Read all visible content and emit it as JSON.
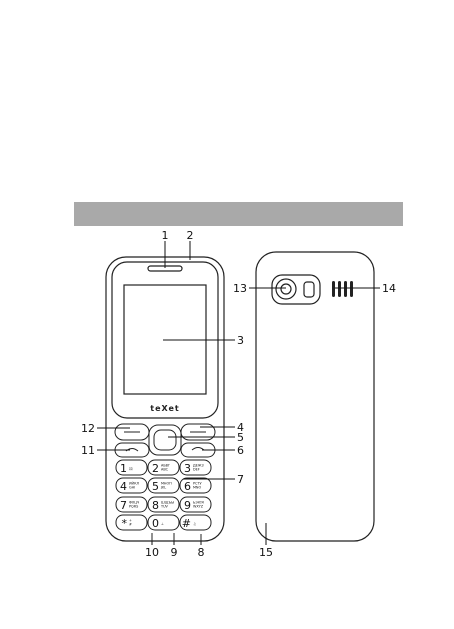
{
  "brand": "teXet",
  "callouts": [
    "1",
    "2",
    "3",
    "4",
    "5",
    "6",
    "7",
    "8",
    "9",
    "10",
    "11",
    "12",
    "13",
    "14",
    "15"
  ],
  "keys": [
    {
      "digit": "1",
      "sub": "ﾛﾛ"
    },
    {
      "digit": "2",
      "sub": "АБВГ ABC"
    },
    {
      "digit": "3",
      "sub": "ДЕЖЗ DEF"
    },
    {
      "digit": "4",
      "sub": "ИЙКЛ GHI"
    },
    {
      "digit": "5",
      "sub": "МНОП JKL"
    },
    {
      "digit": "6",
      "sub": "РСТУ MNO"
    },
    {
      "digit": "7",
      "sub": "ФХЦЧ PQRS"
    },
    {
      "digit": "8",
      "sub": "ШЩЪЫ TUV"
    },
    {
      "digit": "9",
      "sub": "ЬЭЮЯ WXYZ"
    },
    {
      "digit": "*",
      "sub": "+ #"
    },
    {
      "digit": "0",
      "sub": "⊥"
    },
    {
      "digit": "#",
      "sub": "♫"
    }
  ]
}
